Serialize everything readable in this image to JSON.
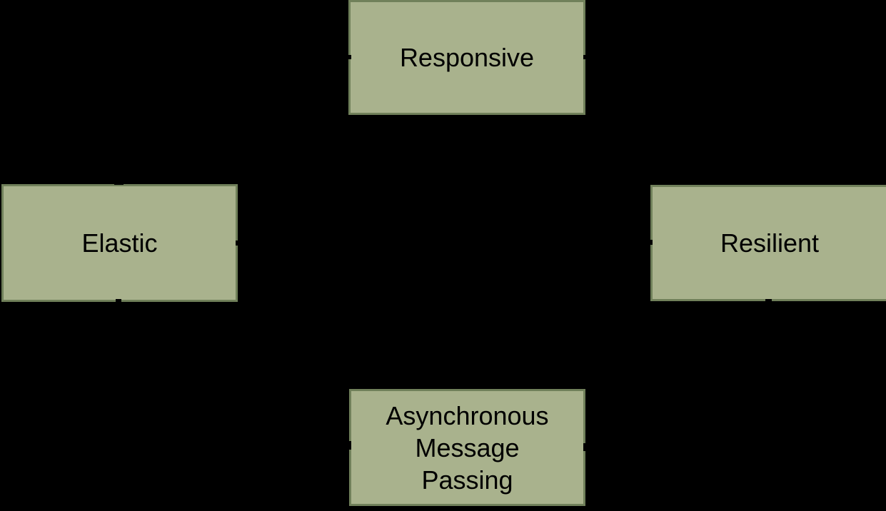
{
  "diagram": {
    "colors": {
      "background": "#000000",
      "node_fill": "#a9b28d",
      "node_border": "#70805a",
      "text_color": "#000000"
    },
    "nodes": [
      {
        "id": "responsive",
        "label": "Responsive"
      },
      {
        "id": "elastic",
        "label": "Elastic"
      },
      {
        "id": "resilient",
        "label": "Resilient"
      },
      {
        "id": "async-message-passing",
        "label": "Asynchronous\nMessage\nPassing"
      }
    ]
  }
}
